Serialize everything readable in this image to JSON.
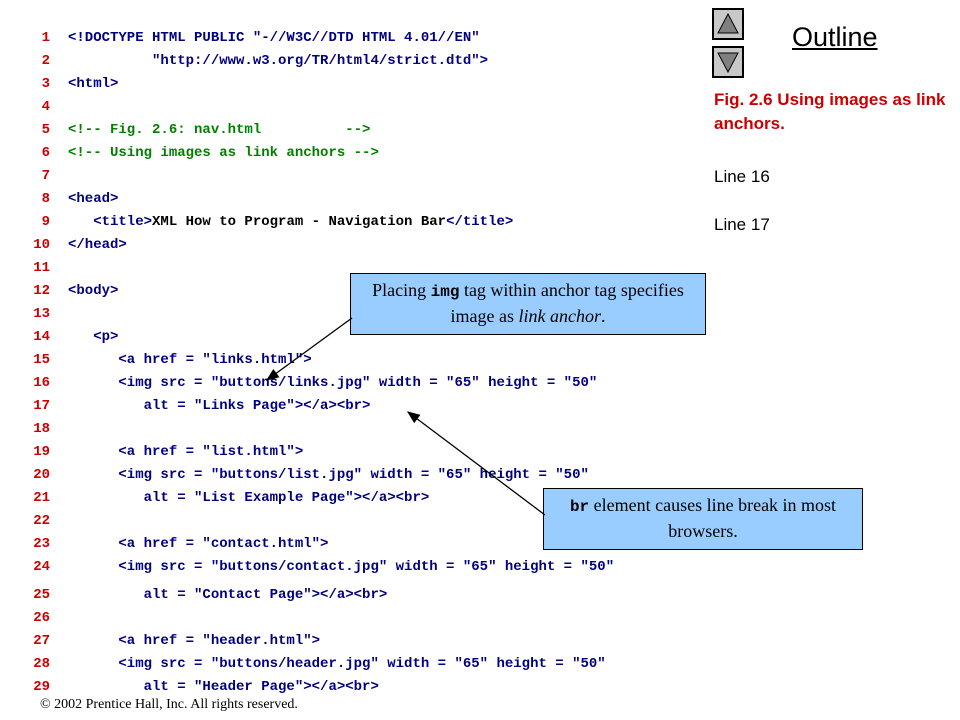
{
  "nav": {
    "up_icon": "triangle-up-icon",
    "down_icon": "triangle-down-icon"
  },
  "outline_label": "Outline",
  "figure_title": "Fig. 2.6    Using images as link anchors.",
  "side_lines": [
    "Line 16",
    "Line 17"
  ],
  "code_lines": [
    [
      "1",
      "<!DOCTYPE HTML PUBLIC \"-//W3C//DTD HTML 4.01//EN\"",
      "code"
    ],
    [
      "2",
      "          \"http://www.w3.org/TR/html4/strict.dtd\">",
      "code"
    ],
    [
      "3",
      "<html>",
      "code"
    ],
    [
      "4",
      "",
      "code"
    ],
    [
      "5",
      "<!-- Fig. 2.6: nav.html          -->",
      "cm"
    ],
    [
      "6",
      "<!-- Using images as link anchors -->",
      "cm"
    ],
    [
      "7",
      "",
      "code"
    ],
    [
      "8",
      "<head>",
      "code"
    ],
    [
      "9",
      "   <title>XML How to Program - Navigation Bar</title>",
      "code"
    ],
    [
      "10",
      "</head>",
      "code"
    ],
    [
      "11",
      "",
      "code"
    ],
    [
      "12",
      "<body>",
      "code"
    ],
    [
      "13",
      "",
      "code"
    ],
    [
      "14",
      "   <p>",
      "code"
    ],
    [
      "15",
      "      <a href = \"links.html\">",
      "code"
    ],
    [
      "16",
      "      <img src = \"buttons/links.jpg\" width = \"65\" height = \"50\"",
      "code"
    ],
    [
      "17",
      "         alt = \"Links Page\"></a><br>",
      "code"
    ],
    [
      "18",
      "",
      "code"
    ],
    [
      "19",
      "      <a href = \"list.html\">",
      "code"
    ],
    [
      "20",
      "      <img src = \"buttons/list.jpg\" width = \"65\" height = \"50\"",
      "code"
    ],
    [
      "21",
      "         alt = \"List Example Page\"></a><br>",
      "code"
    ],
    [
      "22",
      "",
      "code"
    ],
    [
      "23",
      "      <a href = \"contact.html\">",
      "code"
    ],
    [
      "24",
      "      <img src = \"buttons/contact.jpg\" width = \"65\" height = \"50\"",
      "code"
    ],
    [
      "25",
      "         alt = \"Contact Page\"></a><br>",
      "code"
    ],
    [
      "26",
      "",
      "code"
    ],
    [
      "27",
      "      <a href = \"header.html\">",
      "code"
    ],
    [
      "28",
      "      <img src = \"buttons/header.jpg\" width = \"65\" height = \"50\"",
      "code"
    ],
    [
      "29",
      "         alt = \"Header Page\"></a><br>",
      "code"
    ]
  ],
  "callouts": {
    "img": {
      "pre": "Placing ",
      "code": "img",
      "mid": " tag within anchor tag specifies image as ",
      "em": "link anchor",
      "post": "."
    },
    "br": {
      "code": "br",
      "rest": " element causes line break in most browsers."
    }
  },
  "footer": "© 2002 Prentice Hall, Inc.  All rights reserved."
}
